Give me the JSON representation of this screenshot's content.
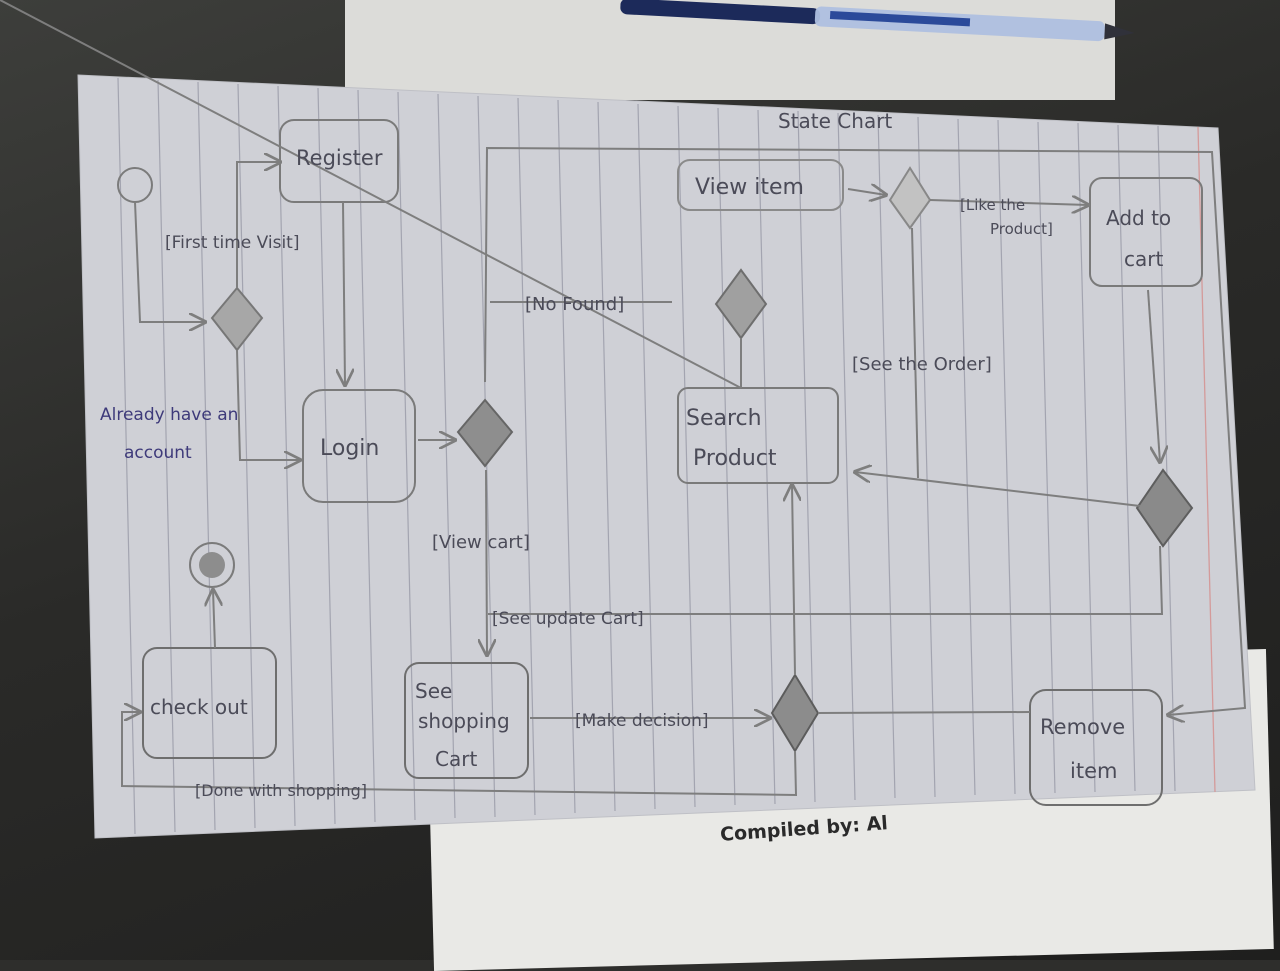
{
  "title": "State Chart",
  "background_text": "Compiled by: Al",
  "nodes": {
    "register": "Register",
    "login": "Login",
    "view_item": "View item",
    "add_to_cart": [
      "Add to",
      "cart"
    ],
    "search_product": [
      "Search",
      "Product"
    ],
    "check_out": "check out",
    "see_shopping_cart": [
      "See",
      "shopping",
      "Cart"
    ],
    "remove_item": [
      "Remove",
      "item"
    ]
  },
  "labels": {
    "first_time_visit": "[First time Visit]",
    "already_have_account": [
      "Already have an",
      "account"
    ],
    "no_found": "[No Found]",
    "like_the_product": [
      "[Like the",
      "Product]"
    ],
    "see_the_order": "[See the Order]",
    "view_cart": "[View cart]",
    "see_update_cart": "[See update Cart]",
    "make_decision": "[Make decision]",
    "done_with_shopping": "[Done with shopping]"
  }
}
